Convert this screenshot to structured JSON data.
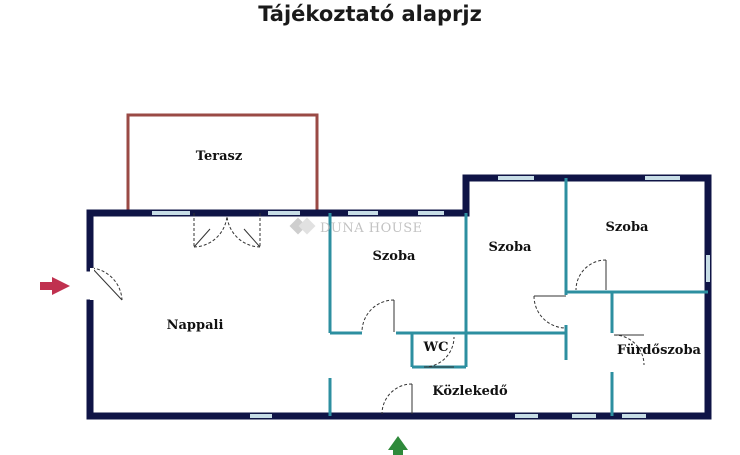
{
  "title": "Tájékoztató alaprjz",
  "watermark": "DUNA HOUSE",
  "rooms": {
    "terrace": "Terasz",
    "living": "Nappali",
    "room1": "Szoba",
    "room2": "Szoba",
    "room3": "Szoba",
    "wc": "WC",
    "hallway": "Közlekedő",
    "bathroom": "Fürdőszoba"
  },
  "colors": {
    "outer_wall": "#0f1446",
    "inner_wall": "#2d8fa0",
    "window": "#c7dde6",
    "terrace_wall": "#9a4a45",
    "entrance_arrow": "#c0314f",
    "bottom_arrow": "#2f8a3b"
  }
}
